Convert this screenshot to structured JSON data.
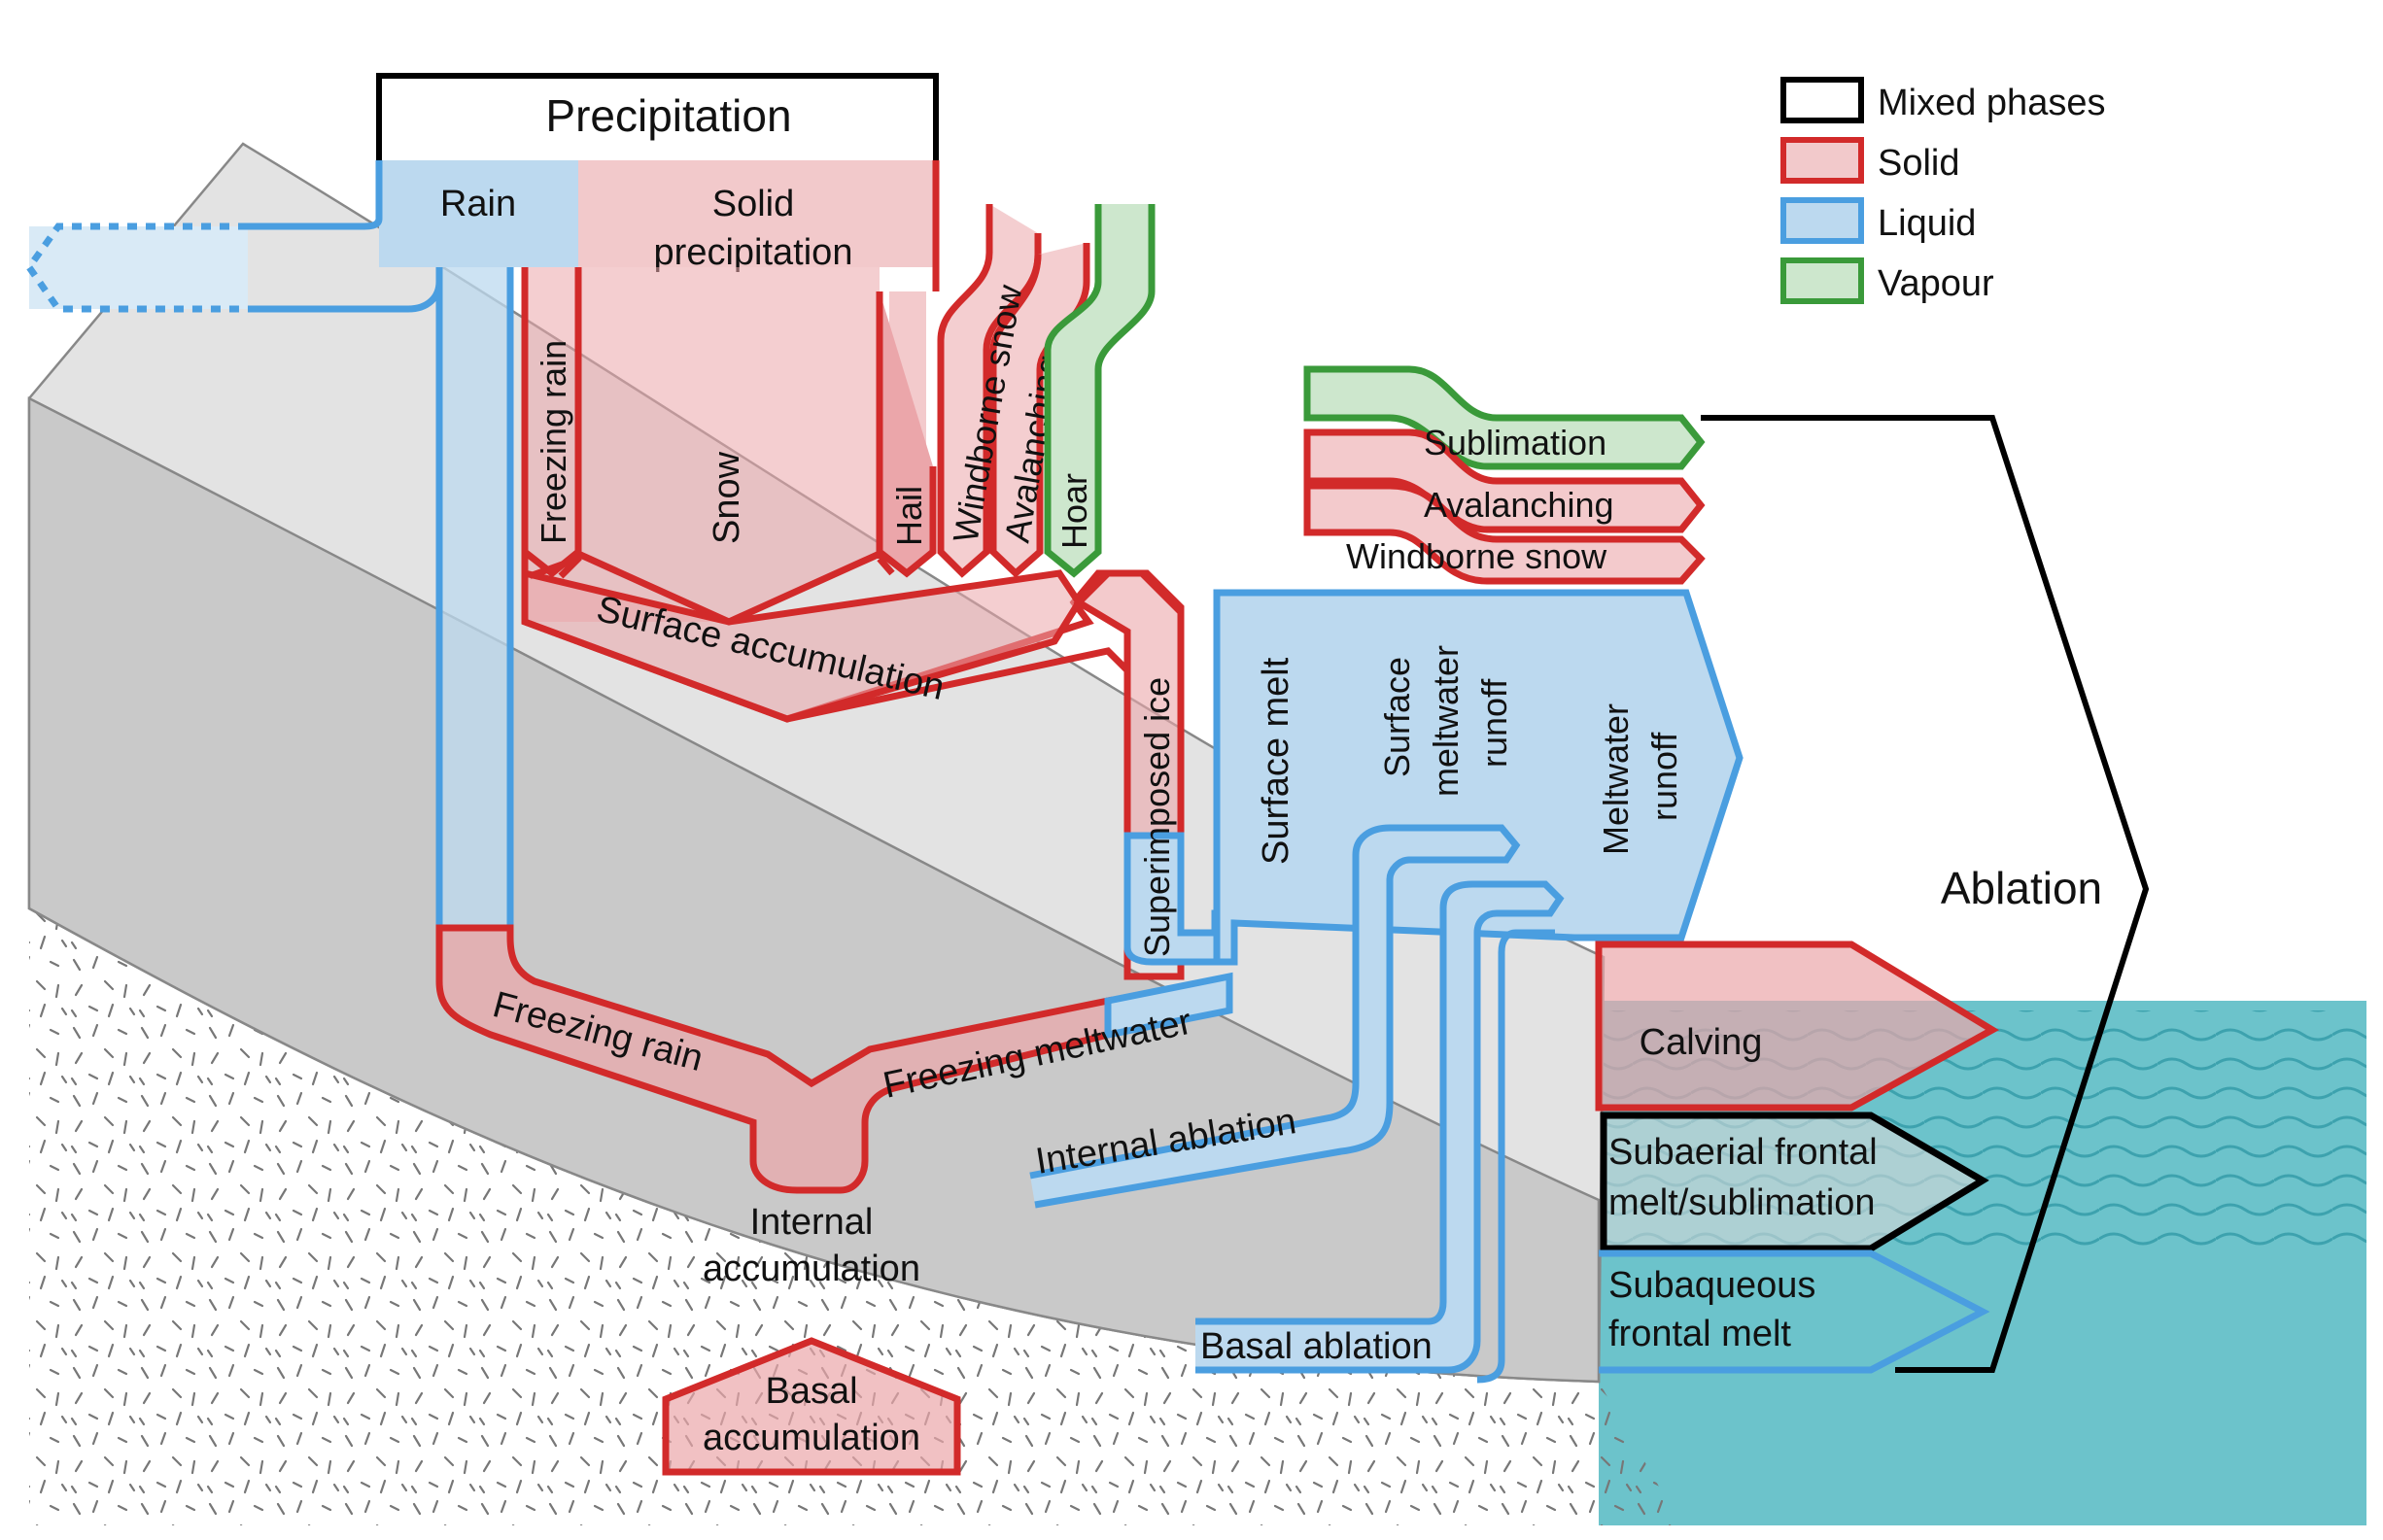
{
  "legend": {
    "items": [
      {
        "key": "mixed",
        "label": "Mixed phases"
      },
      {
        "key": "solid",
        "label": "Solid"
      },
      {
        "key": "liquid",
        "label": "Liquid"
      },
      {
        "key": "vapour",
        "label": "Vapour"
      }
    ]
  },
  "colors": {
    "mixed_stroke": "#000000",
    "mixed_fill": "#ffffff",
    "solid_stroke": "#d22a2a",
    "solid_fill": "#eba6aa",
    "solid_fill_light": "#f2c9cb",
    "liquid_stroke": "#4a9ee0",
    "liquid_fill": "#bcd9ef",
    "vapour_stroke": "#3a9a3a",
    "vapour_fill": "#cde7cd",
    "ice_light": "#e3e3e3",
    "ice_dark": "#c9c9c9",
    "water": "#6cc3cb",
    "water_wave": "#3da2ae",
    "bedrock_mark": "#777777"
  },
  "inputs": {
    "precipitation": "Precipitation",
    "rain": "Rain",
    "solid_precipitation_1": "Solid",
    "solid_precipitation_2": "precipitation",
    "freezing_rain": "Freezing rain",
    "snow": "Snow",
    "hail": "Hail",
    "windborne_snow": "Windborne snow",
    "avalanching": "Avalanching",
    "hoar": "Hoar"
  },
  "accumulation": {
    "surface": "Surface accumulation",
    "superimposed_ice": "Superimposed ice",
    "freezing_rain": "Freezing rain",
    "freezing_meltwater": "Freezing meltwater",
    "internal_1": "Internal",
    "internal_2": "accumulation",
    "basal_1": "Basal",
    "basal_2": "accumulation"
  },
  "ablation": {
    "title": "Ablation",
    "sublimation": "Sublimation",
    "avalanching": "Avalanching",
    "windborne_snow": "Windborne snow",
    "surface_melt": "Surface melt",
    "surface_meltwater_runoff_1": "Surface",
    "surface_meltwater_runoff_2": "meltwater",
    "surface_meltwater_runoff_3": "runoff",
    "meltwater_runoff_1": "Meltwater",
    "meltwater_runoff_2": "runoff",
    "internal": "Internal ablation",
    "basal": "Basal ablation",
    "calving": "Calving",
    "subaerial_1": "Subaerial frontal",
    "subaerial_2": "melt/sublimation",
    "subaqueous_1": "Subaqueous",
    "subaqueous_2": "frontal melt"
  }
}
